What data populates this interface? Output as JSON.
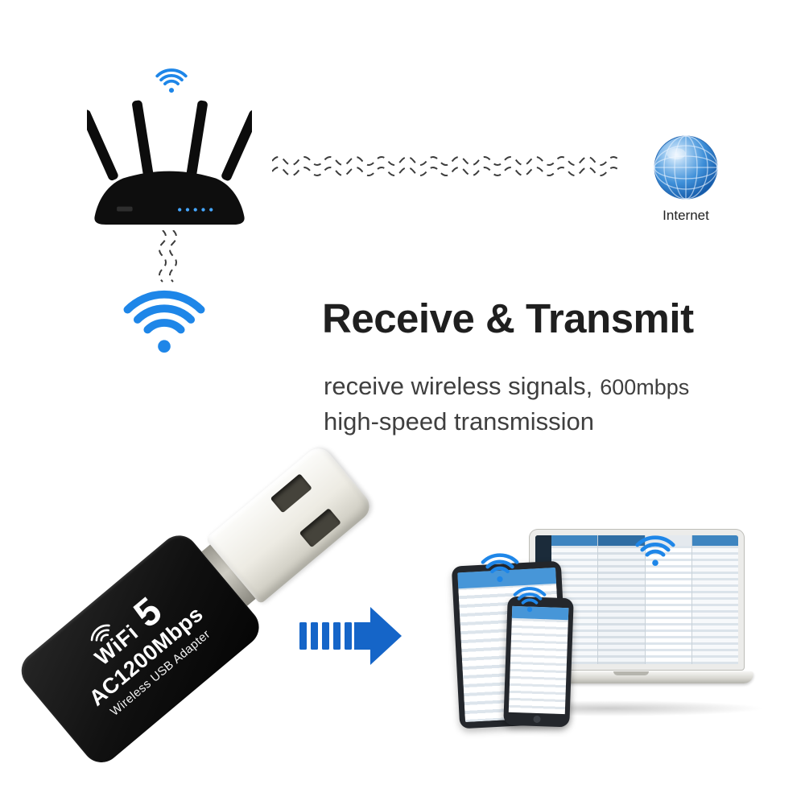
{
  "hero": {
    "heading": "Receive & Transmit",
    "subline1_a": "receive wireless signals,",
    "subline1_b": "600mbps",
    "subline2": "high-speed transmission"
  },
  "internet": {
    "label": "Internet"
  },
  "adapter": {
    "brand": "WiFi",
    "generation": "5",
    "speed": "AC1200Mbps",
    "product": "Wireless USB Adapter"
  },
  "icons": {
    "wifi": "wifi-signal-icon",
    "globe": "globe-icon",
    "arrow": "transfer-arrow-icon"
  },
  "colors": {
    "wifi_blue": "#1e86e8",
    "arrow_blue": "#1565c8",
    "heading_text": "#1f1f1f",
    "body_text": "#3f3f3f",
    "adapter_body": "#101010",
    "globe_blue": "#3e8fd8"
  }
}
